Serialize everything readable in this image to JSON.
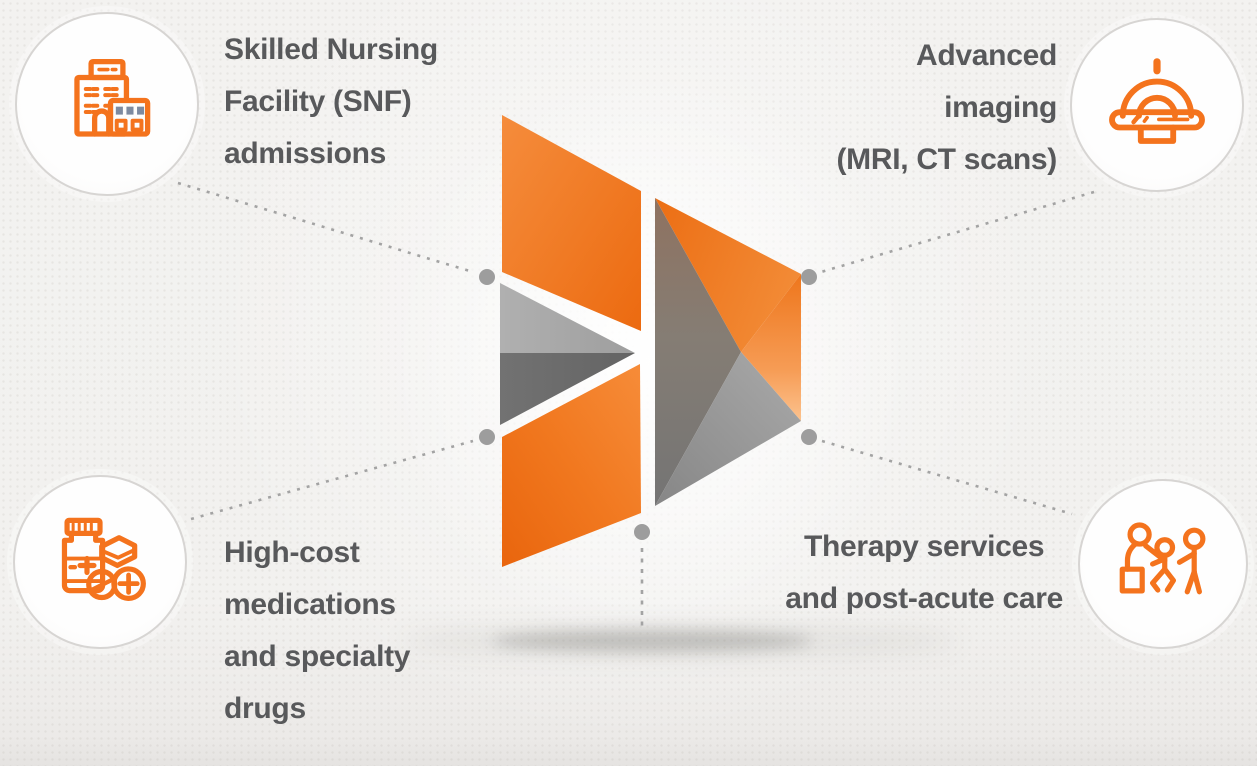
{
  "diagram": {
    "type": "hub-and-spoke infographic",
    "colors": {
      "background": "#f2f1ef",
      "orange": "#f2771f",
      "orange_light": "#f9ae6e",
      "gray_light": "#a9a9a9",
      "gray_dark": "#6b6b6b",
      "wedge_brown": "#8f7663",
      "text": "#58595b",
      "connector_dot": "#9d9d9d",
      "connector_line": "#a3a3a3",
      "circle_ring": "#d7d5d3"
    },
    "nodes": [
      {
        "id": "snf",
        "position": "top-left",
        "icon": "hospital-icon",
        "label": "Skilled Nursing\nFacility (SNF)\nadmissions"
      },
      {
        "id": "imaging",
        "position": "top-right",
        "icon": "mri-scanner-icon",
        "label": "Advanced\nimaging\n(MRI, CT scans)"
      },
      {
        "id": "medications",
        "position": "bottom-left",
        "icon": "medications-icon",
        "label": "High-cost\nmedications\nand specialty\ndrugs"
      },
      {
        "id": "therapy",
        "position": "bottom-right",
        "icon": "therapy-people-icon",
        "label": "Therapy services\nand post-acute care"
      }
    ]
  }
}
